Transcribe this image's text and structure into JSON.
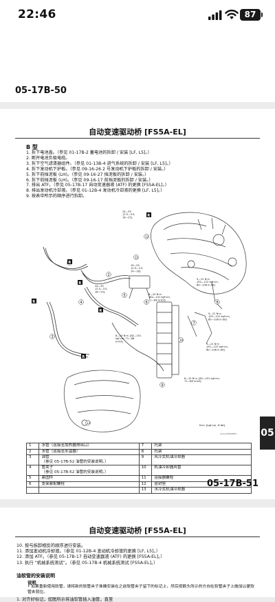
{
  "status_bar": {
    "time": "22:46",
    "battery": "87"
  },
  "page1": {
    "page_number": "05-17B-50"
  },
  "page2": {
    "header": "自动变速驱动桥 [FS5A-EL]",
    "procedure_title": "B 型",
    "steps": [
      "1.  拆下电池盖。（参见 01-17B-2 蓄电池的拆卸 / 安装 [LF, L5]。）",
      "2.  断开电池负极电缆。",
      "3.  拆下空气滤清器组件。（参见 01-13B-4 进气系统的拆卸 / 安装 [LF, L5]。）",
      "4.  拆下发动机下护板。（参见 09-16-26 2 号发动机下护板的拆卸 / 安装。）",
      "5.  拆下前挡泥板 (LH)。（参见 09-16-27 挡泥板的拆卸 / 安装。）",
      "6.  拆下前挡泥板 (LH)。（参见 09-16-17 前挡泥板的拆卸 / 安装。）",
      "7.  排出 ATF。（参见 05-17B-17 自动变速器液 (ATF) 的更换 [FS5A-EL]。）",
      "8.  排出发动机冷却液。（参见 01-12B-4 发动机冷却液的更换 [LF, L5]。）",
      "9.  按表中所示的顺序进行拆卸。"
    ],
    "diagram": {
      "torque_labels": [
        "24—35\n{2.5—3.5,\n18—25}",
        "19—25\n{2.0—2.5,\n14—18}",
        "24—35\n{2.5—3.5,\n18—25}",
        "8—10 N·m\n{82—101 kgf·cm,\n71—88 in·lbf}",
        "9—12 N·m\n{92—122 kgf·cm,\n80—106 in·lbf}",
        "9—12 N·m\n{92—122 kgf·cm,\n80—106 in·lbf}",
        "8—10 N·m {82—101\nkgf·cm, 71—88\nin·lbf}",
        "9—12 N·m\n{92—122 kgf·cm,\n80—106 in·lbf}",
        "8—10 N·m {82—101 kgf·cm,\n71—88 in·lbf}"
      ],
      "unit_note": "N·m {kgf·cm, ft·lbf}",
      "code": "acxuu00000807"
    },
    "parts_table": [
      {
        "n1": "1",
        "d1": "水管（连接至加热器排出口）",
        "n2": "7",
        "d2": "托架"
      },
      {
        "n1": "2",
        "d1": "水管（连接至水温器）",
        "n2": "8",
        "d2": "托架"
      },
      {
        "n1": "3",
        "d1": "油管\n（参见 05-17B-52 油管的安装说明。）",
        "n2": "9",
        "d2": "风冷式机油冷却器"
      },
      {
        "n1": "4",
        "d1": "管夹子\n（参见 05-17B-52 油管的安装说明。）",
        "n2": "10",
        "d2": "机油冷却器风管"
      },
      {
        "n1": "5",
        "d1": "紧固件",
        "n2": "11",
        "d2": "连接器螺栓"
      },
      {
        "n1": "6",
        "d1": "支架紧配螺栓",
        "n2": "12",
        "d2": "密封垫"
      },
      {
        "n1": "",
        "d1": "",
        "n2": "13",
        "d2": "水冷式机油冷却器"
      }
    ],
    "page_number": "05-17B-51",
    "side_tab": "05"
  },
  "page3": {
    "header": "自动变速驱动桥 [FS5A-EL]",
    "steps": [
      "10. 按与拆卸相反的顺序进行安装。",
      "11. 添加发动机冷却液。（参见 01-12B-4 发动机冷却液的更换 [LF, L5]。）",
      "12. 添加 ATF。（参见 05-17B-17 自动变速器液 (ATF) 的更换 [FS5A-EL]。）",
      "13. 执行 “机械系统测试”。（参见 05-17B-4 机械系统测试 [FS5A-EL]。）"
    ],
    "subtitle": "油软管的安装说明",
    "note_title": "说明",
    "note": "• 如果重新使用软管，请将新的软管夹子准确安装在之前软管夹子留下的标记上，然后按箭头所示的方向在软管夹子上施加以便软管夹就位。",
    "cut_text": "1. 对齐好标记，如图所示将油软管插入油管，直至"
  }
}
